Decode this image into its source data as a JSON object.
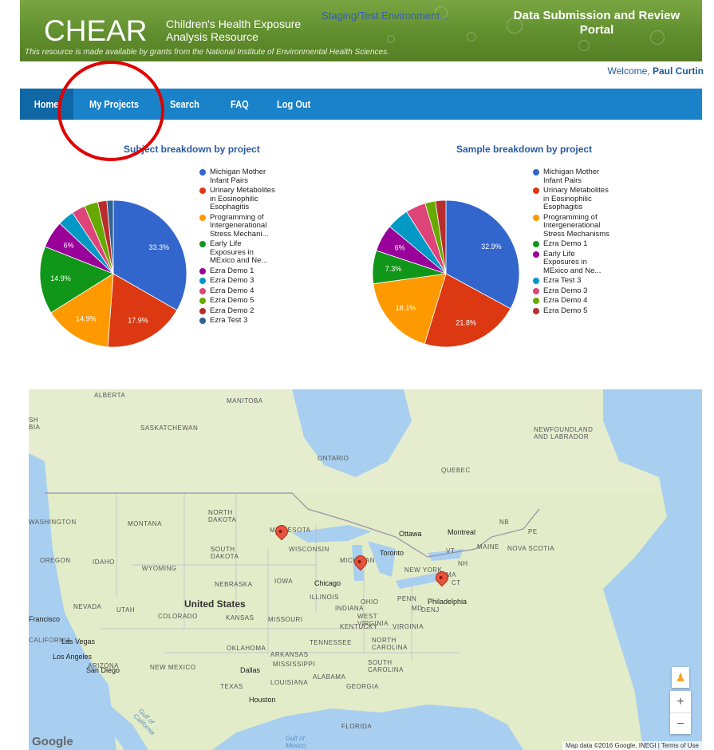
{
  "header": {
    "logo": "CHEAR",
    "org_line1": "Children's Health Exposure",
    "org_line2": "Analysis Resource",
    "environment": "Staging/Test Environment...",
    "portal_line1": "Data Submission and Review",
    "portal_line2": "Portal",
    "grant_note": "This resource is made available by grants from the National Institute of Environmental Health Sciences."
  },
  "welcome": {
    "prefix": "Welcome,",
    "user": "Paul Curtin"
  },
  "nav": {
    "items": [
      {
        "label": "Home"
      },
      {
        "label": "My Projects"
      },
      {
        "label": "Search"
      },
      {
        "label": "FAQ"
      },
      {
        "label": "Log Out"
      }
    ]
  },
  "chart_data": [
    {
      "type": "pie",
      "title": "Subject breakdown by project",
      "slices": [
        {
          "name": "Michigan Mother Infant Pairs",
          "value": 33.3,
          "color": "#3366cc"
        },
        {
          "name": "Urinary Metabolites in Eosinophilic Esophagitis",
          "value": 17.9,
          "color": "#dc3912"
        },
        {
          "name": "Programming of Intergenerational Stress Mechani...",
          "value": 14.9,
          "color": "#ff9900"
        },
        {
          "name": "Early Life Exposures in MExico and Ne...",
          "value": 14.9,
          "color": "#109618"
        },
        {
          "name": "Ezra Demo 1",
          "value": 6.0,
          "color": "#990099"
        },
        {
          "name": "Ezra Demo 3",
          "value": 3.6,
          "color": "#0099c6"
        },
        {
          "name": "Ezra Demo 4",
          "value": 3.0,
          "color": "#dd4477"
        },
        {
          "name": "Ezra Demo 5",
          "value": 3.0,
          "color": "#66aa00"
        },
        {
          "name": "Ezra Demo 2",
          "value": 2.0,
          "color": "#b82e2e"
        },
        {
          "name": "Ezra Test 3",
          "value": 1.4,
          "color": "#316395"
        }
      ],
      "slice_labels": [
        "33.3%",
        "17.9%",
        "14.9%",
        "14.9%",
        "6%",
        "",
        "",
        "",
        "",
        ""
      ]
    },
    {
      "type": "pie",
      "title": "Sample breakdown by project",
      "slices": [
        {
          "name": "Michigan Mother Infant Pairs",
          "value": 32.9,
          "color": "#3366cc"
        },
        {
          "name": "Urinary Metabolites in Eosinophilic Esophagitis",
          "value": 21.8,
          "color": "#dc3912"
        },
        {
          "name": "Programming of Intergenerational Stress Mechanisms",
          "value": 18.1,
          "color": "#ff9900"
        },
        {
          "name": "Ezra Demo 1",
          "value": 7.3,
          "color": "#109618"
        },
        {
          "name": "Early Life Exposures in MExico and Ne...",
          "value": 6.0,
          "color": "#990099"
        },
        {
          "name": "Ezra Test 3",
          "value": 4.9,
          "color": "#0099c6"
        },
        {
          "name": "Ezra Demo 3",
          "value": 4.4,
          "color": "#dd4477"
        },
        {
          "name": "Ezra Demo 4",
          "value": 2.3,
          "color": "#66aa00"
        },
        {
          "name": "Ezra Demo 5",
          "value": 2.3,
          "color": "#b82e2e"
        }
      ],
      "slice_labels": [
        "32.9%",
        "21.8%",
        "18.1%",
        "7.3%",
        "6%",
        "",
        "",
        "",
        ""
      ]
    }
  ],
  "map": {
    "regions": [
      "ALBERTA",
      "MANITOBA",
      "SASKATCHEWAN",
      "ONTARIO",
      "QUEBEC",
      "NEWFOUNDLAND AND LABRADOR",
      "WASHINGTON",
      "MONTANA",
      "NORTH DAKOTA",
      "SOUTH DAKOTA",
      "MINNESOTA",
      "WISCONSIN",
      "MICHIGAN",
      "OREGON",
      "IDAHO",
      "WYOMING",
      "NEBRASKA",
      "IOWA",
      "ILLINOIS",
      "INDIANA",
      "OHIO",
      "PENN",
      "NEVADA",
      "UTAH",
      "COLORADO",
      "KANSAS",
      "MISSOURI",
      "WEST VIRGINIA",
      "VIRGINIA",
      "KENTUCKY",
      "CALIFORNIA",
      "ARIZONA",
      "NEW MEXICO",
      "OKLAHOMA",
      "ARKANSAS",
      "TENNESSEE",
      "NORTH CAROLINA",
      "SOUTH CAROLINA",
      "MISSISSIPPI",
      "ALABAMA",
      "GEORGIA",
      "TEXAS",
      "LOUISIANA",
      "FLORIDA",
      "NB",
      "PE",
      "MAINE",
      "NOVA SCOTIA",
      "VT",
      "NH",
      "NEW YORK",
      "MA",
      "CT",
      "MD",
      "DE",
      "NJ"
    ],
    "cities": [
      "Ottawa",
      "Montreal",
      "Toronto",
      "Chicago",
      "Philadelphia",
      "Las Vegas",
      "Los Angeles",
      "San Diego",
      "Dallas",
      "Houston",
      "Francisco"
    ],
    "country_label": "United States",
    "water_labels": [
      "Gulf of California",
      "Gulf of Mexico"
    ],
    "edge_labels": [
      "SH",
      "BIA"
    ],
    "logo": "Google",
    "attribution": "Map data ©2016 Google, INEGI  |  Terms of Use",
    "zoom_in": "+",
    "zoom_out": "−"
  }
}
